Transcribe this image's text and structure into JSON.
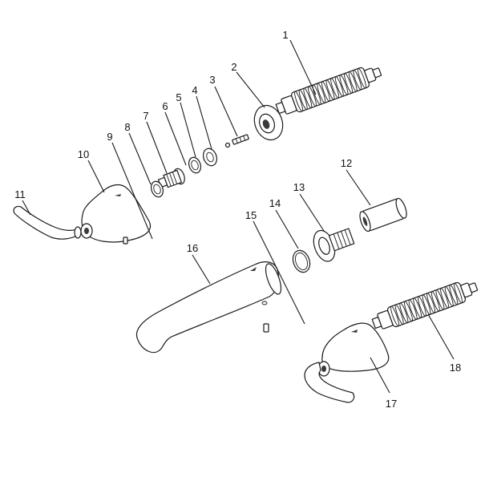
{
  "callouts": [
    {
      "id": "1",
      "text": "1"
    },
    {
      "id": "2",
      "text": "2"
    },
    {
      "id": "3",
      "text": "3"
    },
    {
      "id": "4",
      "text": "4"
    },
    {
      "id": "5",
      "text": "5"
    },
    {
      "id": "6",
      "text": "6"
    },
    {
      "id": "7",
      "text": "7"
    },
    {
      "id": "8",
      "text": "8"
    },
    {
      "id": "9",
      "text": "9"
    },
    {
      "id": "10",
      "text": "10"
    },
    {
      "id": "11",
      "text": "11"
    },
    {
      "id": "12",
      "text": "12"
    },
    {
      "id": "13",
      "text": "13"
    },
    {
      "id": "14",
      "text": "14"
    },
    {
      "id": "15",
      "text": "15"
    },
    {
      "id": "16",
      "text": "16"
    },
    {
      "id": "17",
      "text": "17"
    },
    {
      "id": "18",
      "text": "18"
    }
  ],
  "colors": {
    "line": "#1a1a1a",
    "background": "#ffffff"
  }
}
